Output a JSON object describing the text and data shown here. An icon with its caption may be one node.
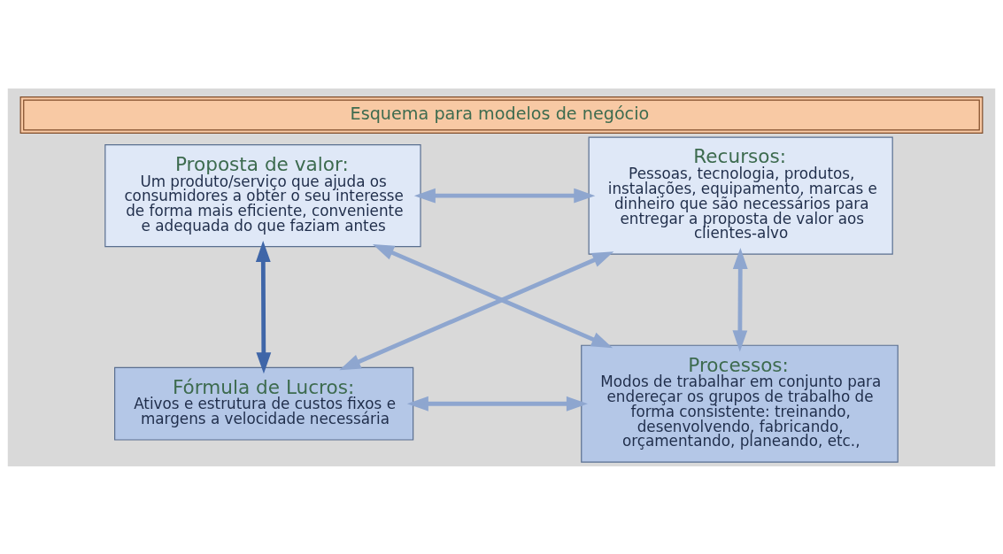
{
  "diagram": {
    "title": "Esquema para modelos de negócio",
    "nodes": [
      {
        "text": [
          "Proposta de valor:",
          "Um produto/serviço que ajuda os consumidores a obter o seu interesse de forma mais eficiente, conveniente e adequada do que faziam antes"
        ]
      },
      {
        "text": [
          "Recursos:",
          "Pessoas, tecnologia, produtos, instalações, equipamento, marcas e dinheiro que são necessários para entregar a proposta de valor aos clientes-alvo"
        ]
      },
      {
        "text": [
          "Fórmula de Lucros:",
          "Ativos e estrutura de custos fixos e margens a velocidade necessária"
        ]
      },
      {
        "text": [
          "Processos:",
          "Modos de trabalhar em conjunto para endereçar os grupos de trabalho de forma consistente: treinando, desenvolvendo, fabricando, orçamentando, planeando, etc.,"
        ]
      }
    ],
    "edges": [
      {
        "from": 0,
        "to": 1,
        "arrow": "both"
      },
      {
        "from": 0,
        "to": 2,
        "arrow": "both",
        "color": "#3f66a8"
      },
      {
        "from": 1,
        "to": 3,
        "arrow": "both"
      },
      {
        "from": 2,
        "to": 3,
        "arrow": "both"
      },
      {
        "from": 0,
        "to": 3,
        "arrow": "both"
      },
      {
        "from": 2,
        "to": 1,
        "arrow": "both"
      }
    ]
  }
}
